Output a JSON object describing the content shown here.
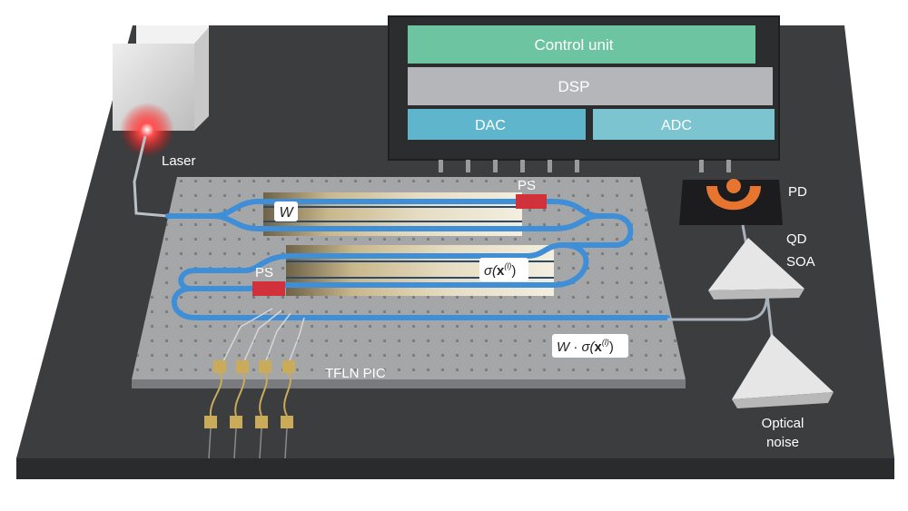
{
  "labels": {
    "control_unit": "Control unit",
    "dsp": "DSP",
    "dac": "DAC",
    "adc": "ADC",
    "laser": "Laser",
    "pd": "PD",
    "qd": "QD",
    "soa": "SOA",
    "optical": "Optical",
    "noise": "noise",
    "ps_top": "PS",
    "ps_left": "PS",
    "weight_w": "W",
    "sigma_prefix": "σ(",
    "sigma_x": "x",
    "sigma_sup": "(l)",
    "sigma_suffix": ")",
    "output_prefix": "W · σ(",
    "output_x": "x",
    "output_sup": "(l)",
    "output_suffix": ")",
    "tfln_pic": "TFLN PIC"
  },
  "colors": {
    "board": "#3c3d3f",
    "board_edge": "#2a2b2d",
    "pic_chip": "#a5a6a8",
    "waveguide": "#3f8fd8",
    "control_unit": "#6cc5a0",
    "dsp": "#b4b6ba",
    "dac": "#5fb6cc",
    "adc": "#7cc4cf",
    "phase_shifter": "#d0313a",
    "laser_glow": "#ff2a2a",
    "photodetector": "#e8752f",
    "amplifier": "#e6e6e6"
  }
}
